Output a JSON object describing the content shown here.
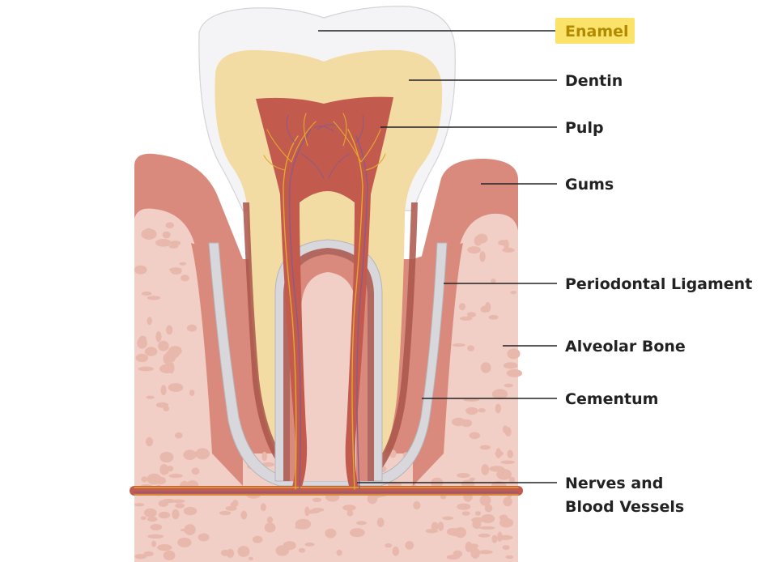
{
  "labels": {
    "enamel": "Enamel",
    "dentin": "Dentin",
    "pulp": "Pulp",
    "gums": "Gums",
    "periodontal_ligament": "Periodontal Ligament",
    "alveolar_bone": "Alveolar Bone",
    "cementum": "Cementum",
    "nerves_line1": "Nerves and",
    "nerves_line2": "Blood Vessels"
  },
  "highlighted_label": "enamel",
  "colors": {
    "enamel": "#f4f4f6",
    "dentin": "#f3dca3",
    "pulp": "#c25a4e",
    "gums": "#d98a7c",
    "bone": "#f1cfc6",
    "bone_pore": "#e8b8ac",
    "ligament": "#d8d8dc",
    "cementum": "#a9554a",
    "highlight": "#fbe36a",
    "nerve": "#e3a82c",
    "vessel": "#8a5a8a"
  }
}
